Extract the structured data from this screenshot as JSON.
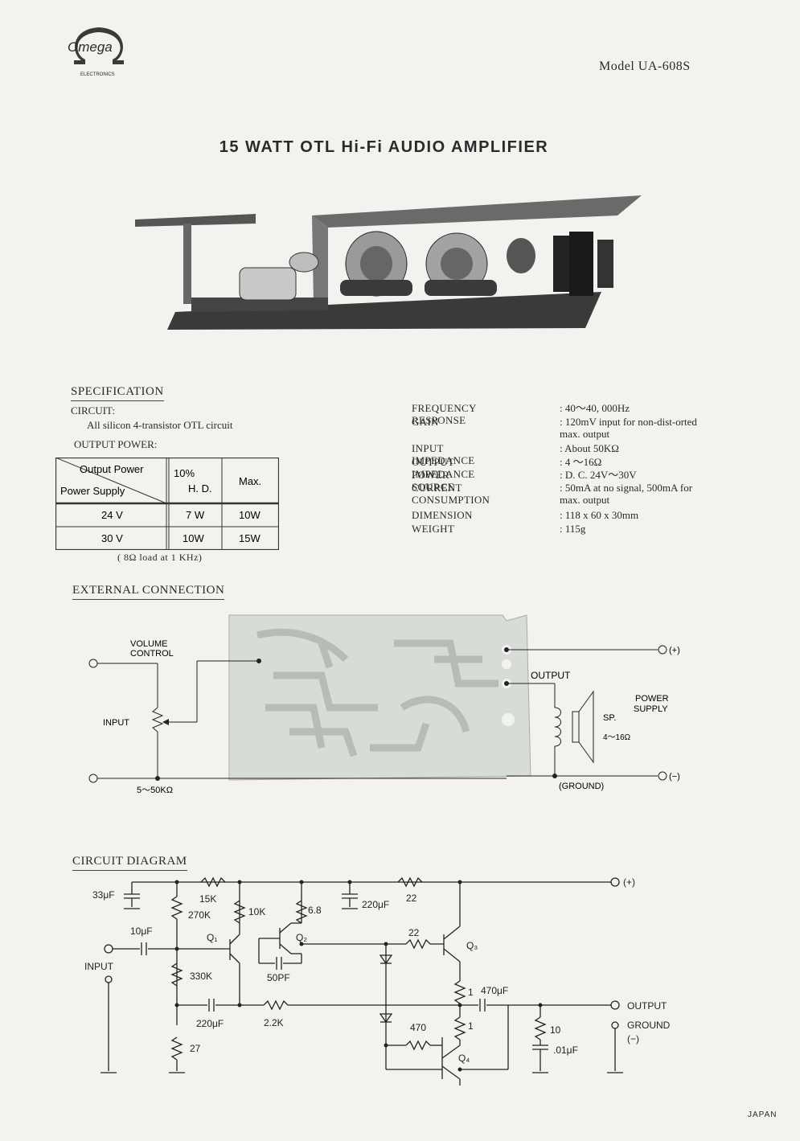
{
  "brand": {
    "name": "Omega",
    "subtitle": "ELECTRONICS"
  },
  "model": "Model UA-608S",
  "title": "15 WATT OTL Hi-Fi AUDIO AMPLIFIER",
  "specification": {
    "heading": "SPECIFICATION",
    "circuit_label": "CIRCUIT:",
    "circuit_text": "All silicon 4-transistor OTL circuit",
    "output_power_label": "OUTPUT POWER:",
    "table": {
      "corner_top": "Output  Power",
      "corner_bottom": "Power  Supply",
      "col1_top": "10%",
      "col1_bottom": "H. D.",
      "col2": "Max.",
      "rows": [
        {
          "supply": "24 V",
          "hd": "7 W",
          "max": "10W"
        },
        {
          "supply": "30 V",
          "hd": "10W",
          "max": "15W"
        }
      ]
    },
    "load_note": "( 8Ω  load  at  1  KHz)",
    "items": [
      {
        "label": "FREQUENCY RESPONSE",
        "value": ": 40～40, 000Hz"
      },
      {
        "label": "GAIN",
        "value": ": 120mV input for non-dist-orted max. output"
      },
      {
        "label": "INPUT IMPEDANCE",
        "value": ": About 50KΩ"
      },
      {
        "label": "OUTPUT IMPEDANCE",
        "value": ": 4 ～16Ω"
      },
      {
        "label": "POWER SOURCE",
        "value": ": D. C.  24V～30V"
      },
      {
        "label": "CURRENT CONSUMPTION",
        "value": ": 50mA at no signal, 500mA for max. output"
      },
      {
        "label": "DIMENSION",
        "value": ": 118 x 60 x 30mm"
      },
      {
        "label": "WEIGHT",
        "value": ": 115g"
      }
    ]
  },
  "external_connection": {
    "heading": "EXTERNAL  CONNECTION",
    "volume_control_1": "VOLUME",
    "volume_control_2": "CONTROL",
    "input": "INPUT",
    "pot_value": "5～50KΩ",
    "output": "OUTPUT",
    "power_supply_1": "POWER",
    "power_supply_2": "SUPPLY",
    "speaker": "SP.",
    "speaker_imp": "4～16Ω",
    "ground": "(GROUND)",
    "plus": "(+)",
    "minus": "(−)"
  },
  "circuit_diagram": {
    "heading": "CIRCUIT  DIAGRAM",
    "labels": {
      "c_33": "33μF",
      "r_15k": "15K",
      "r_270k": "270K",
      "r_10k": "10K",
      "r_6_8": "6.8",
      "c_220_top": "220μF",
      "r_22_top": "22",
      "plus": "(+)",
      "c_10": "10μF",
      "q1": "Q₁",
      "q2": "Q₂",
      "r_22_mid": "22",
      "q3": "Q₃",
      "input": "INPUT",
      "r_330k": "330K",
      "c_50pf": "50PF",
      "r_1_top": "1",
      "c_470": "470μF",
      "c_220_bot": "220μF",
      "r_2_2k": "2.2K",
      "output": "OUTPUT",
      "r_470": "470",
      "r_1_bot": "1",
      "r_10": "10",
      "ground": "GROUND",
      "ground_minus": "(−)",
      "r_27": "27",
      "c_01": ".01μF",
      "q4": "Q₄"
    }
  },
  "origin": "JAPAN"
}
